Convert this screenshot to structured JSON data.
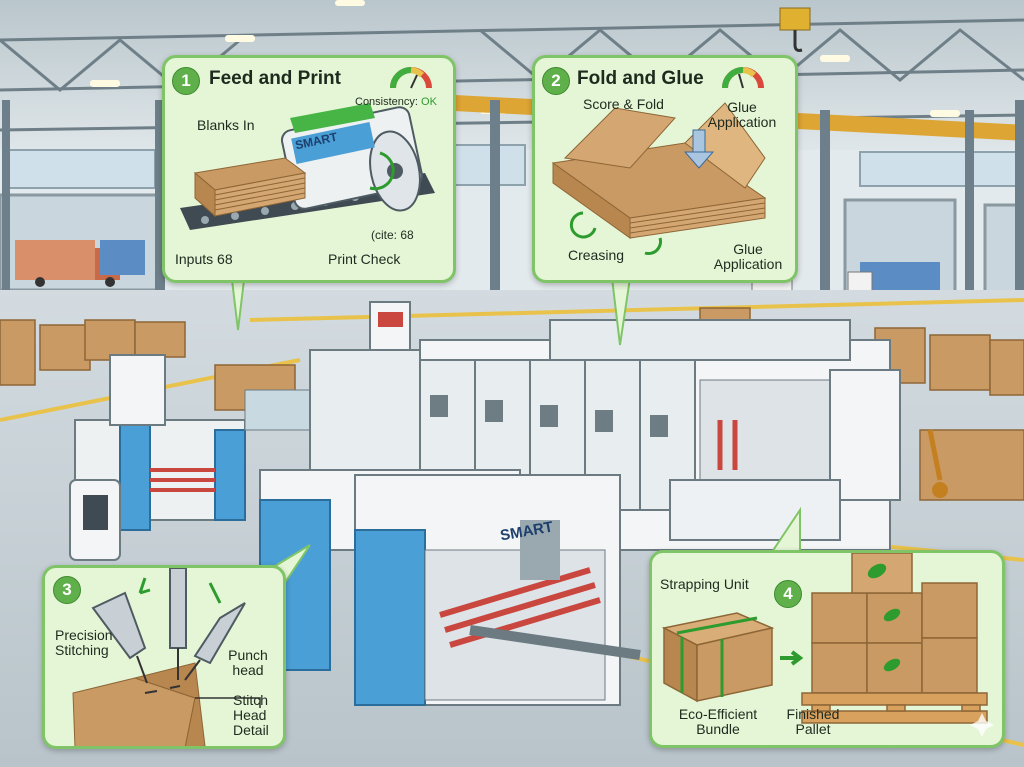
{
  "panels": [
    {
      "number": "1",
      "title": "Feed and Print",
      "labels": {
        "blanks_in": "Blanks In",
        "consistency_prefix": "Consistency:",
        "consistency_value": "OK",
        "cite": "(cite: 68",
        "inputs": "Inputs 68",
        "print_check": "Print Check",
        "roller_brand": "SMART"
      }
    },
    {
      "number": "2",
      "title": "Fold and Glue",
      "labels": {
        "score_fold": "Score & Fold",
        "glue_top": "Glue Application",
        "creasing": "Creasing",
        "glue_bottom": "Glue Application"
      }
    },
    {
      "number": "3",
      "labels": {
        "precision": "Precision Stitching",
        "punch": "Punch head",
        "stitch": "Stitch Head Detail"
      }
    },
    {
      "number": "4",
      "labels": {
        "strapping": "Strapping Unit",
        "eco": "Eco-Efficient Bundle",
        "finished": "Finished Pallet"
      }
    }
  ],
  "machine_brand": "SMART",
  "colors": {
    "callout_bg": "#e5f6d6",
    "callout_border": "#7fc567",
    "badge": "#5fb04a",
    "machine_blue": "#4a9fd6",
    "cardboard": "#c99a63",
    "floor": "#c5d0d6",
    "floor_line": "#e8c24a"
  },
  "icons": [
    "gauge-icon",
    "down-arrow-icon",
    "rotate-arrow-icon",
    "right-arrow-icon",
    "leaf-icon",
    "sparkle-icon"
  ]
}
